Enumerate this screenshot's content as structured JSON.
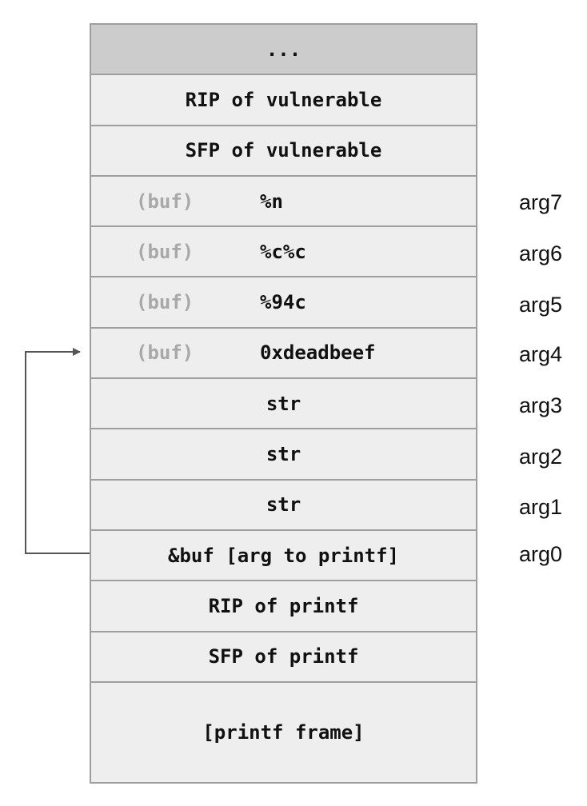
{
  "stack": {
    "rows": [
      {
        "text": "...",
        "buf": "",
        "arg": ""
      },
      {
        "text": "RIP of vulnerable",
        "buf": "",
        "arg": ""
      },
      {
        "text": "SFP of vulnerable",
        "buf": "",
        "arg": ""
      },
      {
        "text": "%n",
        "buf": "(buf)",
        "arg": "arg7"
      },
      {
        "text": "%c%c",
        "buf": "(buf)",
        "arg": "arg6"
      },
      {
        "text": "%94c",
        "buf": "(buf)",
        "arg": "arg5"
      },
      {
        "text": "0xdeadbeef",
        "buf": "(buf)",
        "arg": "arg4"
      },
      {
        "text": "str",
        "buf": "",
        "arg": "arg3"
      },
      {
        "text": "str",
        "buf": "",
        "arg": "arg2"
      },
      {
        "text": "str",
        "buf": "",
        "arg": "arg1"
      },
      {
        "text": "&buf [arg to printf]",
        "buf": "",
        "arg": "arg0"
      },
      {
        "text": "RIP of printf",
        "buf": "",
        "arg": ""
      },
      {
        "text": "SFP of printf",
        "buf": "",
        "arg": ""
      },
      {
        "text": "[printf frame]",
        "buf": "",
        "arg": ""
      }
    ]
  },
  "colors": {
    "cell": "#eeeeee",
    "top_cell": "#cccccc",
    "border": "#9e9e9e",
    "buf_text": "#a8a8a8",
    "arrow": "#555555"
  }
}
